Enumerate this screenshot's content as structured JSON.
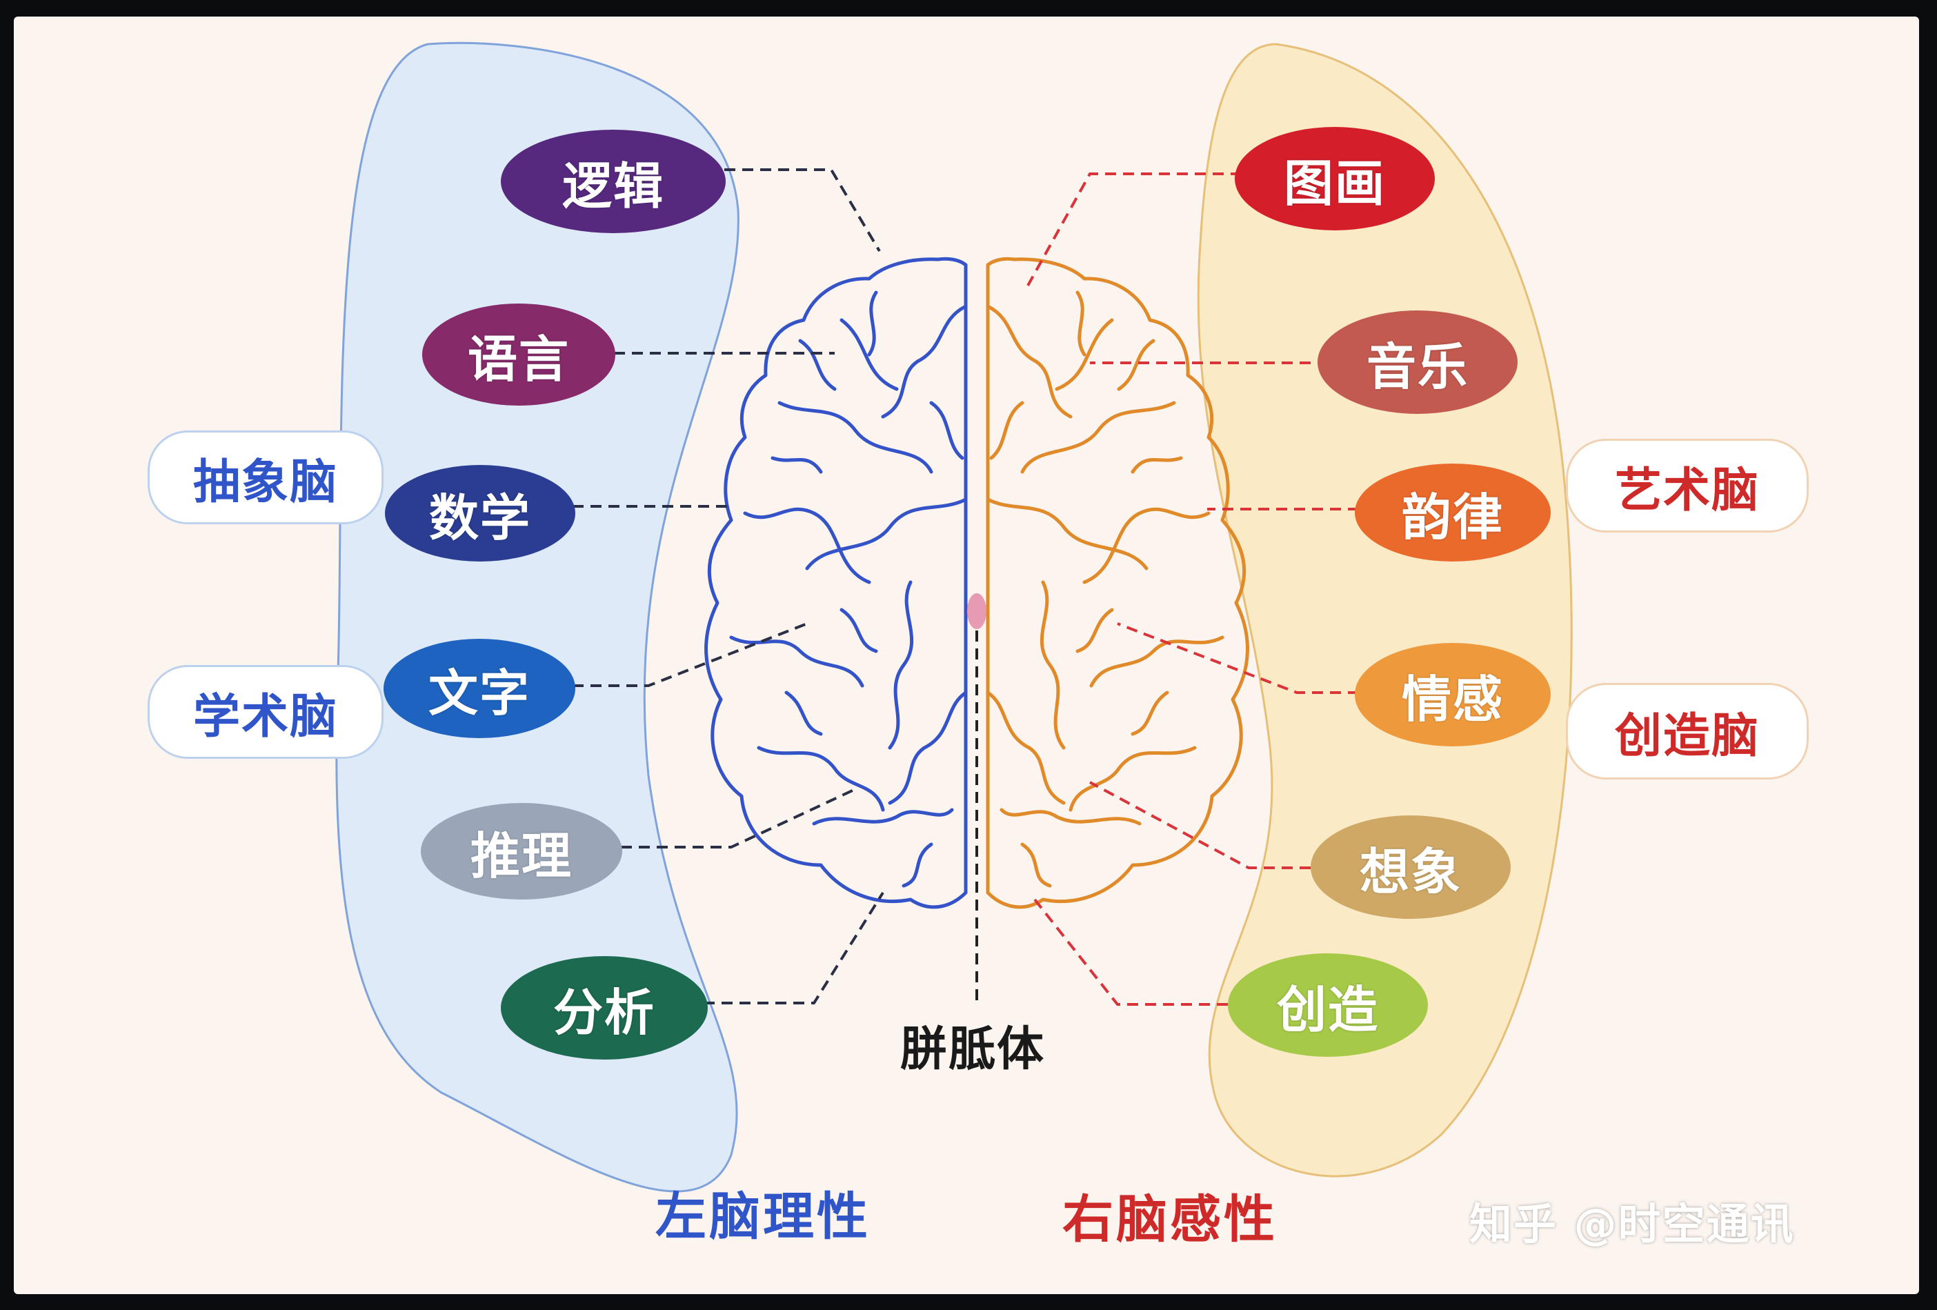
{
  "left_region": {
    "nodes": [
      {
        "label": "逻辑",
        "color": "#56297f"
      },
      {
        "label": "语言",
        "color": "#862a6a"
      },
      {
        "label": "数学",
        "color": "#2a3d92"
      },
      {
        "label": "文字",
        "color": "#1e63c0"
      },
      {
        "label": "推理",
        "color": "#9aa6b8"
      },
      {
        "label": "分析",
        "color": "#1c6a50"
      }
    ],
    "tags": [
      "抽象脑",
      "学术脑"
    ],
    "caption": "左脑理性",
    "color": "#2f55c9"
  },
  "right_region": {
    "nodes": [
      {
        "label": "图画",
        "color": "#d41f2b"
      },
      {
        "label": "音乐",
        "color": "#c25a50"
      },
      {
        "label": "韵律",
        "color": "#ea6a2c"
      },
      {
        "label": "情感",
        "color": "#ee9a3c"
      },
      {
        "label": "想象",
        "color": "#cfa866"
      },
      {
        "label": "创造",
        "color": "#a6c948"
      }
    ],
    "tags": [
      "艺术脑",
      "创造脑"
    ],
    "caption": "右脑感性",
    "color": "#cf2a2a"
  },
  "center": {
    "label": "胼胝体"
  },
  "watermark": "知乎 @时空通讯"
}
